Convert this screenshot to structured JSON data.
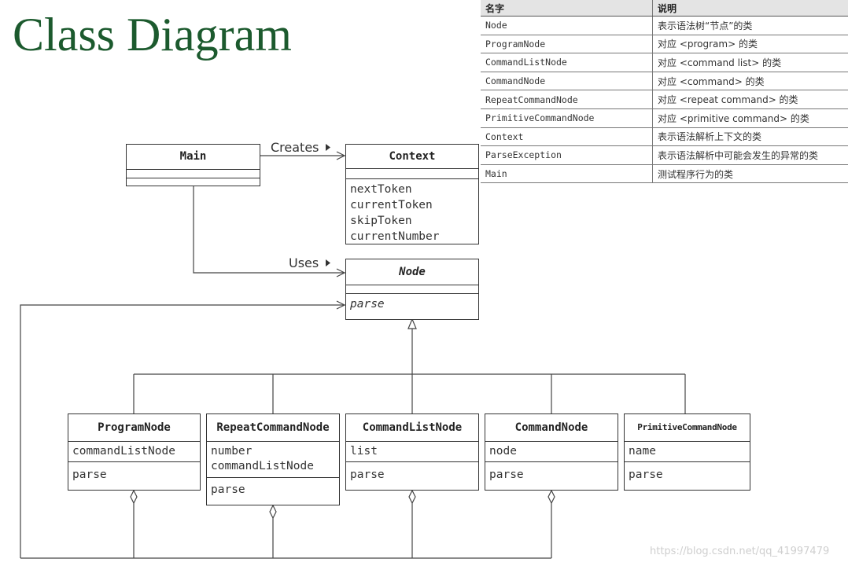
{
  "title": "Class Diagram",
  "table": {
    "headers": [
      "名字",
      "说明"
    ],
    "rows": [
      [
        "Node",
        "表示语法树“节点”的类"
      ],
      [
        "ProgramNode",
        "对应 <program> 的类"
      ],
      [
        "CommandListNode",
        "对应 <command list> 的类"
      ],
      [
        "CommandNode",
        "对应 <command> 的类"
      ],
      [
        "RepeatCommandNode",
        "对应 <repeat command> 的类"
      ],
      [
        "PrimitiveCommandNode",
        "对应 <primitive command> 的类"
      ],
      [
        "Context",
        "表示语法解析上下文的类"
      ],
      [
        "ParseException",
        "表示语法解析中可能会发生的异常的类"
      ],
      [
        "Main",
        "测试程序行为的类"
      ]
    ]
  },
  "diagram": {
    "main": {
      "name": "Main"
    },
    "context": {
      "name": "Context",
      "members": [
        "nextToken",
        "currentToken",
        "skipToken",
        "currentNumber"
      ]
    },
    "node": {
      "name": "Node",
      "method": "parse"
    },
    "creates_label": "Creates",
    "uses_label": "Uses",
    "program_node": {
      "name": "ProgramNode",
      "field": "commandListNode",
      "method": "parse"
    },
    "repeat_command_node": {
      "name": "RepeatCommandNode",
      "field1": "number",
      "field2": "commandListNode",
      "method": "parse"
    },
    "command_list_node": {
      "name": "CommandListNode",
      "field": "list",
      "method": "parse"
    },
    "command_node": {
      "name": "CommandNode",
      "field": "node",
      "method": "parse"
    },
    "primitive_command_node": {
      "name": "PrimitiveCommandNode",
      "field": "name",
      "method": "parse"
    }
  },
  "watermark": "https://blog.csdn.net/qq_41997479"
}
